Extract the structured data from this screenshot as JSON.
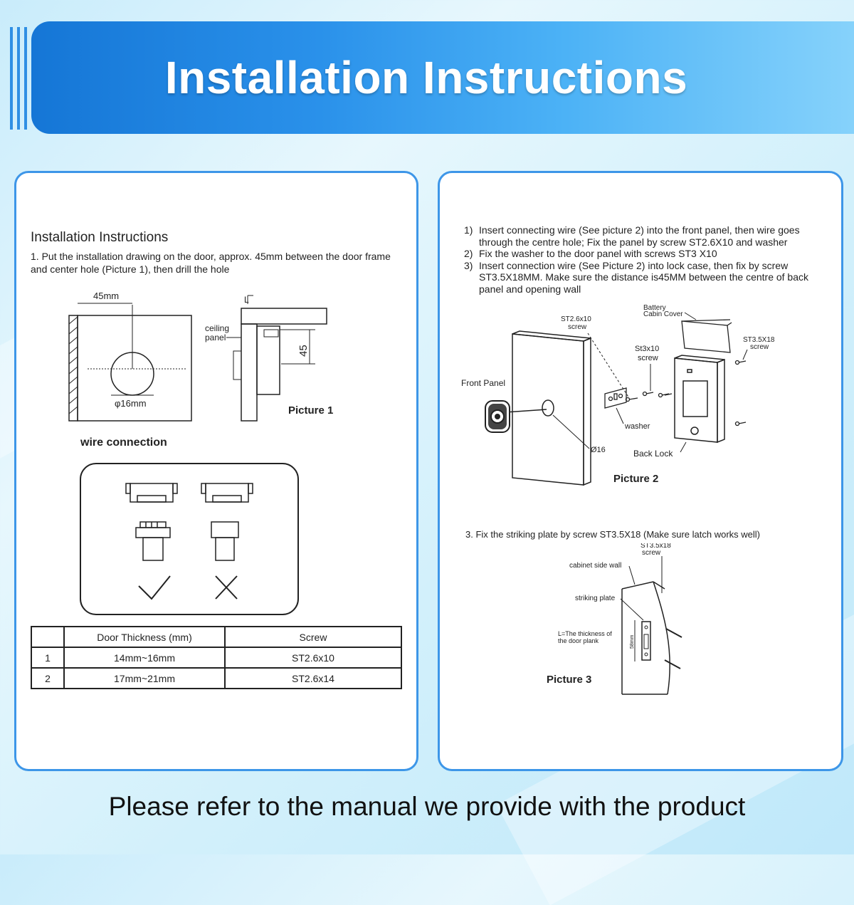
{
  "banner": {
    "title": "Installation Instructions"
  },
  "left": {
    "heading": "Installation Instructions",
    "step1": "1. Put the installation drawing on the door, approx. 45mm between the door frame and center hole (Picture 1), then drill the hole",
    "picture1": {
      "dim_45mm": "45mm",
      "dim_phi16": "φ16mm",
      "label_L": "L",
      "label_ceiling": "ceiling",
      "label_panel": "panel",
      "dim_45": "45",
      "caption": "Picture 1"
    },
    "wire_connection": "wire connection",
    "table": {
      "headers": [
        "",
        "Door Thickness (mm)",
        "Screw"
      ],
      "rows": [
        [
          "1",
          "14mm~16mm",
          "ST2.6x10"
        ],
        [
          "2",
          "17mm~21mm",
          "ST2.6x14"
        ]
      ]
    }
  },
  "right": {
    "steps": [
      {
        "num": "1)",
        "text": "Insert connecting wire (See picture 2) into the front panel, then wire goes through the centre hole; Fix the panel by screw ST2.6X10 and washer"
      },
      {
        "num": "2)",
        "text": "Fix the washer to the door panel with screws ST3 X10"
      },
      {
        "num": "3)",
        "text": "Insert connection wire (See Picture 2) into lock case, then fix by screw ST3.5X18MM. Make sure the distance is45MM between the centre of back panel and opening wall"
      }
    ],
    "picture2": {
      "st26_line1": "ST2.6x10",
      "st26_line2": "screw",
      "battery_line1": "Battery",
      "battery_line2": "Cabin Cover",
      "st35_line1": "ST3.5X18",
      "st35_line2": "screw",
      "st3_line1": "St3x10",
      "st3_line2": "screw",
      "front_panel": "Front  Panel",
      "washer": "washer",
      "phi16": "Ø16",
      "back_lock": "Back Lock",
      "caption": "Picture 2"
    },
    "step3": "3. Fix the striking plate by screw ST3.5X18 (Make sure latch works well)",
    "picture3": {
      "st35_line1": "ST3.5x18",
      "st35_line2": "screw",
      "cabinet_wall": "cabinet side wall",
      "striking_plate": "striking plate",
      "thickness_line1": "L=The thickness of",
      "thickness_line2": "the door plank",
      "dim_58": "58mm",
      "caption": "Picture 3"
    }
  },
  "footer": {
    "text": "Please refer to the manual we provide with the product"
  },
  "colors": {
    "banner_start": "#1576d6",
    "banner_end": "#86d2fb",
    "panel_border": "#3d96e8"
  }
}
